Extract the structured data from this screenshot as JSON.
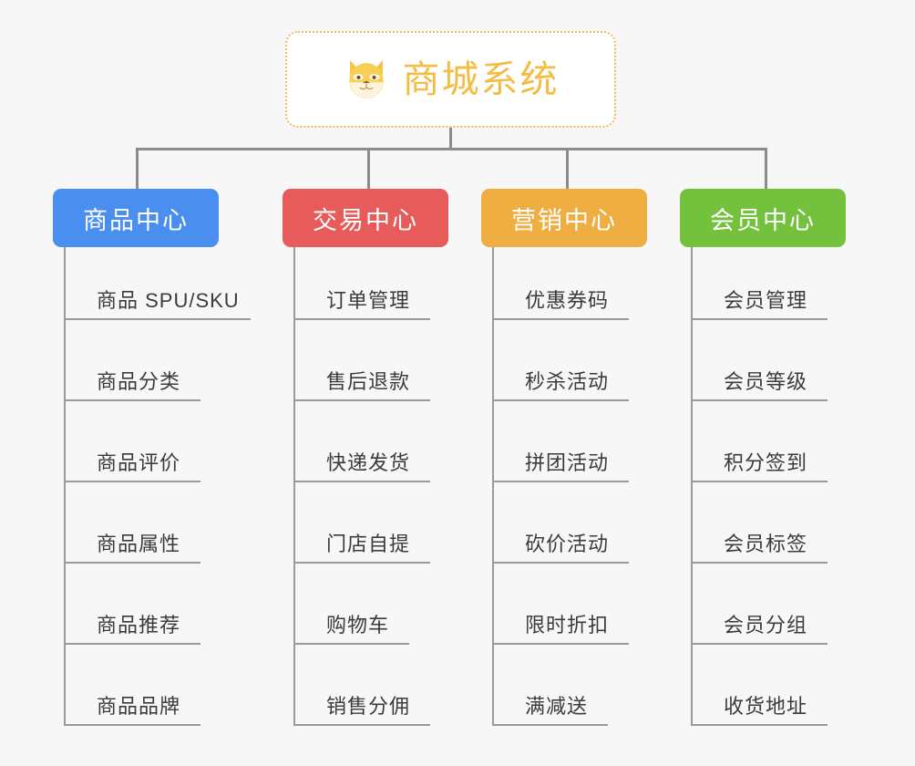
{
  "diagram": {
    "title": "商城系统",
    "type": "tree-mindmap",
    "background_color": "#f7f7f7",
    "connector_color": "#8c8c8c",
    "root": {
      "label": "商城系统",
      "icon": "dog-face-icon",
      "text_color": "#f5bc44",
      "border_color": "#f0b95a",
      "background_color": "#ffffff"
    },
    "branches": [
      {
        "label": "商品中心",
        "color": "#4a8ff0",
        "items": [
          "商品 SPU/SKU",
          "商品分类",
          "商品评价",
          "商品属性",
          "商品推荐",
          "商品品牌"
        ]
      },
      {
        "label": "交易中心",
        "color": "#e85b5b",
        "items": [
          "订单管理",
          "售后退款",
          "快递发货",
          "门店自提",
          "购物车",
          "销售分佣"
        ]
      },
      {
        "label": "营销中心",
        "color": "#eeae42",
        "items": [
          "优惠券码",
          "秒杀活动",
          "拼团活动",
          "砍价活动",
          "限时折扣",
          "满减送"
        ]
      },
      {
        "label": "会员中心",
        "color": "#74c13e",
        "items": [
          "会员管理",
          "会员等级",
          "积分签到",
          "会员标签",
          "会员分组",
          "收货地址"
        ]
      }
    ]
  }
}
